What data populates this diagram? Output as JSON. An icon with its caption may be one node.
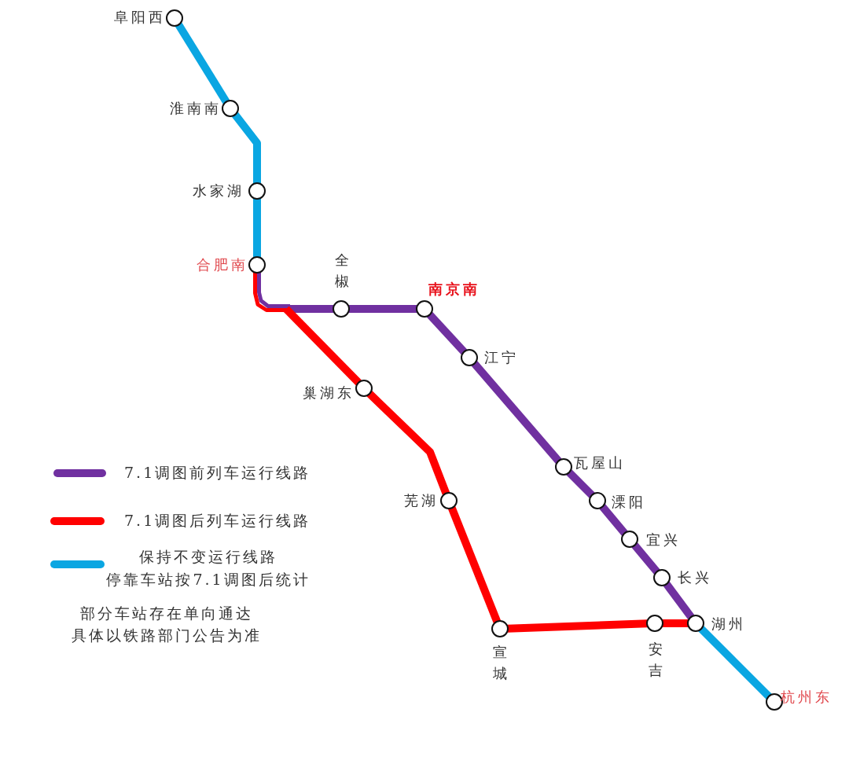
{
  "diagram": {
    "nodes": [
      {
        "text": [],
        "shape": "circle",
        "beside": [
          "阜阳西"
        ]
      },
      {
        "text": [],
        "shape": "circle",
        "beside": [
          "淮南南"
        ]
      },
      {
        "text": [],
        "shape": "circle",
        "beside": [
          "水家湖"
        ]
      },
      {
        "text": [],
        "shape": "circle",
        "beside": [
          "合肥南"
        ]
      },
      {
        "text": [],
        "shape": "circle",
        "beside": [
          "全椒"
        ]
      },
      {
        "text": [],
        "shape": "circle",
        "beside": [
          "南京南"
        ]
      },
      {
        "text": [],
        "shape": "circle",
        "beside": [
          "江宁"
        ]
      },
      {
        "text": [],
        "shape": "circle",
        "beside": [
          "巢湖东"
        ]
      },
      {
        "text": [],
        "shape": "circle",
        "beside": [
          "瓦屋山"
        ]
      },
      {
        "text": [],
        "shape": "circle",
        "beside": [
          "芜湖"
        ]
      },
      {
        "text": [],
        "shape": "circle",
        "beside": [
          "溧阳"
        ]
      },
      {
        "text": [],
        "shape": "circle",
        "beside": [
          "宜兴"
        ]
      },
      {
        "text": [],
        "shape": "circle",
        "beside": [
          "长兴"
        ]
      },
      {
        "text": [],
        "shape": "circle",
        "beside": [
          "湖州"
        ]
      },
      {
        "text": [],
        "shape": "circle",
        "beside": [
          "宣城"
        ]
      },
      {
        "text": [],
        "shape": "circle",
        "beside": [
          "安吉"
        ]
      },
      {
        "text": [],
        "shape": "circle",
        "beside": [
          "杭州东"
        ]
      }
    ],
    "edges": [
      {
        "from": 0,
        "to": 1,
        "arrow": "none",
        "color": "#0aa6e2"
      },
      {
        "from": 1,
        "to": 2,
        "arrow": "none",
        "color": "#0aa6e2"
      },
      {
        "from": 2,
        "to": 3,
        "arrow": "none",
        "color": "#0aa6e2"
      },
      {
        "from": 3,
        "to": 4,
        "arrow": "none",
        "color": "#7030a0"
      },
      {
        "from": 4,
        "to": 5,
        "arrow": "none",
        "color": "#7030a0"
      },
      {
        "from": 5,
        "to": 6,
        "arrow": "none",
        "color": "#7030a0"
      },
      {
        "from": 6,
        "to": 8,
        "arrow": "none",
        "color": "#7030a0"
      },
      {
        "from": 8,
        "to": 10,
        "arrow": "none",
        "color": "#7030a0"
      },
      {
        "from": 10,
        "to": 11,
        "arrow": "none",
        "color": "#7030a0"
      },
      {
        "from": 11,
        "to": 12,
        "arrow": "none",
        "color": "#7030a0"
      },
      {
        "from": 12,
        "to": 13,
        "arrow": "none",
        "color": "#7030a0"
      },
      {
        "from": 3,
        "to": 7,
        "arrow": "none",
        "color": "#ff0000"
      },
      {
        "from": 7,
        "to": 9,
        "arrow": "none",
        "color": "#ff0000"
      },
      {
        "from": 9,
        "to": 14,
        "arrow": "none",
        "color": "#ff0000"
      },
      {
        "from": 14,
        "to": 15,
        "arrow": "none",
        "color": "#ff0000"
      },
      {
        "from": 15,
        "to": 13,
        "arrow": "none",
        "color": "#ff0000"
      },
      {
        "from": 13,
        "to": 16,
        "arrow": "none",
        "color": "#0aa6e2"
      }
    ],
    "labels": [
      "停靠车站按7.1调图后统计",
      "部分车站存在单向通达",
      "具体以铁路部门公告为准"
    ],
    "legend": [
      {
        "text": "7.1调图前列车运行线路",
        "color": "#7030a0"
      },
      {
        "text": "7.1调图后列车运行线路",
        "color": "#ff0000"
      },
      {
        "text": "保持不变运行线路",
        "color": "#0aa6e2"
      }
    ]
  }
}
